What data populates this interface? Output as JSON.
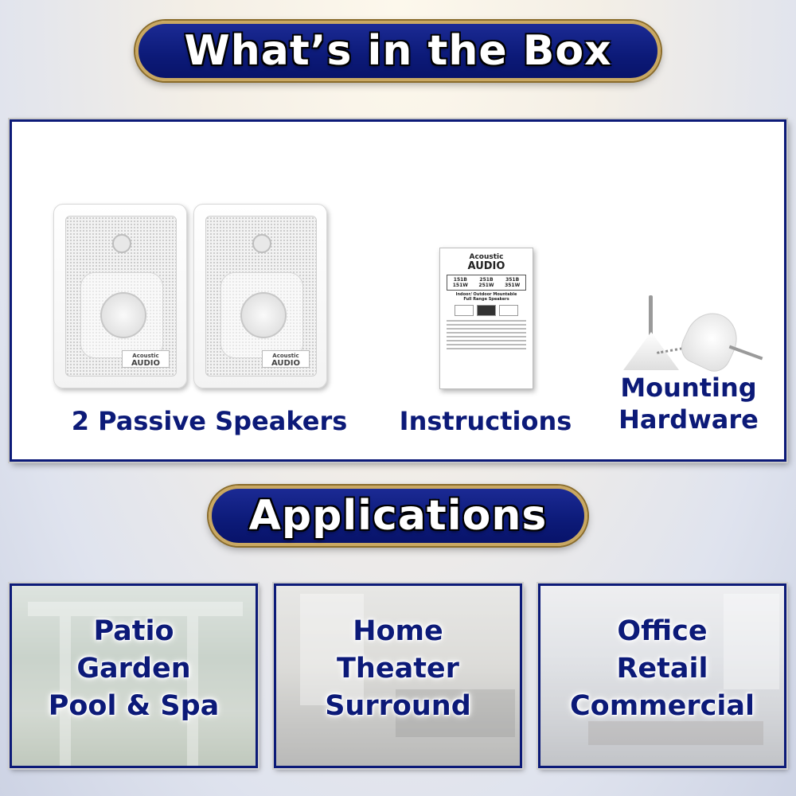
{
  "header": {
    "title": "What’s in the Box"
  },
  "box": {
    "items": [
      {
        "label": "2 Passive Speakers"
      },
      {
        "label": "Instructions"
      },
      {
        "label": "Mounting Hardware",
        "lines": [
          "Mounting",
          "Hardware"
        ]
      }
    ],
    "speaker_logo": {
      "line1": "Acoustic",
      "line2": "AUDIO"
    },
    "instruction_sheet": {
      "brand_line1": "Acoustic",
      "brand_line2": "AUDIO",
      "models_row1": [
        "151B",
        "251B",
        "351B"
      ],
      "models_row2": [
        "151W",
        "251W",
        "351W"
      ],
      "subtitle_line1": "Indoor/ Outdoor Mountable",
      "subtitle_line2": "Full Range Speakers"
    }
  },
  "applications": {
    "title": "Applications",
    "panels": [
      {
        "lines": [
          "Patio",
          "Garden",
          "Pool & Spa"
        ]
      },
      {
        "lines": [
          "Home",
          "Theater",
          "Surround"
        ]
      },
      {
        "lines": [
          "Office",
          "Retail",
          "Commercial"
        ]
      }
    ]
  },
  "colors": {
    "navy": "#0c1a78",
    "gold_border": "#c9a862",
    "white": "#ffffff"
  }
}
